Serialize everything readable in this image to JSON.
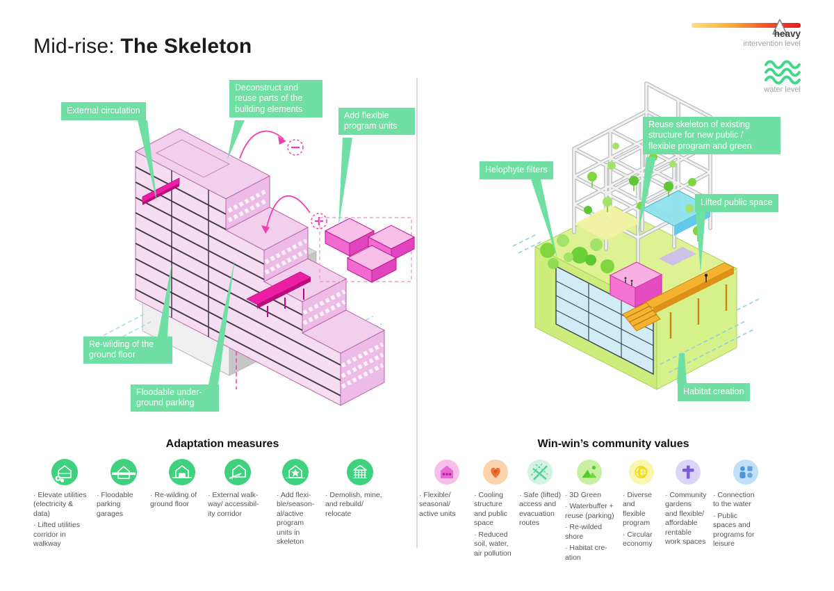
{
  "title": {
    "prefix": "Mid-rise: ",
    "emphasis": "The Skeleton"
  },
  "legend": {
    "intervention_value": "heavy",
    "intervention_label": "intervention level",
    "water_label": "water level",
    "gradient_colors": [
      "#FFE07E",
      "#FBAE3C",
      "#E81B1B"
    ],
    "marker_icon": "triangle-marker-icon",
    "water_icon": "waves-icon"
  },
  "left_diagram": {
    "callouts": {
      "external_circulation": "External circulation",
      "deconstruct": "Deconstruct and\nreuse parts of the\nbuilding elements",
      "add_flexible": "Add flexible\nprogram units",
      "rewilding": "Re-wilding of the\nground floor",
      "floodable": "Floodable under-\nground parking"
    },
    "minus_symbol": "−",
    "plus_symbol": "+"
  },
  "right_diagram": {
    "callouts": {
      "helophyte": "Helophyte filters",
      "reuse_skeleton": "Reuse skeleton of existing\nstructure for new public /\nflexible program and green",
      "lifted_public_space": "Lifted public space",
      "habitat_creation": "Habitat creation"
    }
  },
  "measures": {
    "heading": "Adaptation measures",
    "items": [
      {
        "icon": "house-gears-icon",
        "bullets": [
          "· Elevate utilities\n(electricity &\ndata)",
          "· Lifted utilities\ncorridor in\nwalkway"
        ]
      },
      {
        "icon": "house-waterline-icon",
        "bullets": [
          "· Floodable\nparking\ngarages"
        ]
      },
      {
        "icon": "house-ground-floor-icon",
        "bullets": [
          "· Re-wilding of\nground floor"
        ]
      },
      {
        "icon": "house-walkway-icon",
        "bullets": [
          "· External walk-\nway/ accessibil-\nity corridor"
        ]
      },
      {
        "icon": "house-star-icon",
        "bullets": [
          "· Add flexi-\nble/season-\nal/active\nprogram\nunits in\nskeleton"
        ]
      },
      {
        "icon": "building-columns-icon",
        "bullets": [
          "· Demolish, mine,\nand rebuild/\nrelocate"
        ]
      }
    ]
  },
  "values": {
    "heading": "Win-win’s community values",
    "items": [
      {
        "icon": "house-people-icon",
        "bullets": [
          "· Flexible/\nseasonal/\nactive units"
        ]
      },
      {
        "icon": "heart-icon",
        "bullets": [
          "· Cooling\nstructure\nand public\nspace",
          "· Reduced\nsoil, water,\nair pollution"
        ]
      },
      {
        "icon": "routes-icon",
        "bullets": [
          "· Safe (lifted)\naccess and\nevacuation\nroutes"
        ]
      },
      {
        "icon": "landscape-icon",
        "bullets": [
          "· 3D Green",
          "· Waterbuffer +\nreuse (parking)",
          "· Re-wilded\nshore",
          "· Habitat cre-\nation"
        ]
      },
      {
        "icon": "circular-economy-icon",
        "bullets": [
          "· Diverse\nand\nflexible\nprogram",
          "· Circular\neconomy"
        ]
      },
      {
        "icon": "community-cross-icon",
        "bullets": [
          "· Community\ngardens\nand flexible/\naffordable\nrentable\nwork spaces"
        ]
      },
      {
        "icon": "people-connection-icon",
        "bullets": [
          "· Connection\nto the water",
          "· Public\nspaces and\nprograms for\nleisure"
        ]
      }
    ]
  },
  "colors": {
    "callout_green": "#6FDFA4",
    "icon_green": "#3ED17E",
    "magenta": "#EC1FA4",
    "pink_wall": "#F6DDF2",
    "base_green": "#CDEC7B",
    "orange": "#F6B231",
    "water_blue": "#A6D9EC",
    "gradient_yellow": "#FFE07E",
    "gradient_red": "#E81B1B"
  }
}
